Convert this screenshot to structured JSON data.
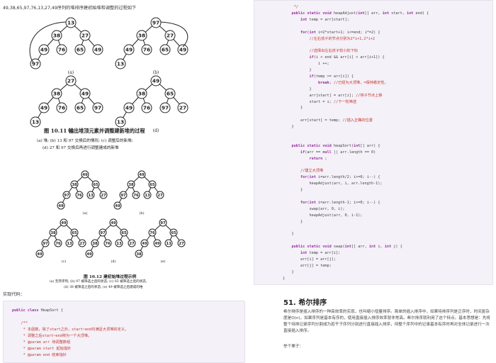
{
  "intro_text": "49,38,65,97,76,13,27,49序列的堆排序建初始堆和调整的过程如下",
  "figure1": {
    "caption_title": "图 10.11   输出堆顶元素并调整建新堆的过程",
    "caption_line1": "(a) 堆;   (b) 13 和 97 交换后的情形;   (c) 调整后的新堆;",
    "caption_line2": "(d) 27 和 97 交换后再进行调整建成的新堆",
    "panel_labels": [
      "(a)",
      "(b)",
      "(c)",
      "(d)"
    ],
    "trees": {
      "a": [
        "13",
        "38",
        "27",
        "49",
        "76",
        "65",
        "49",
        "97"
      ],
      "b": [
        "97",
        "38",
        "27",
        "49",
        "76",
        "65",
        "49",
        "13"
      ],
      "c": [
        "27",
        "38",
        "49",
        "49",
        "76",
        "65",
        "97",
        "13"
      ],
      "d": [
        "49",
        "38",
        "65",
        "49",
        "76",
        "97",
        "27",
        "13"
      ]
    }
  },
  "figure2": {
    "caption_title": "图 10.12   建初始堆过程示例",
    "caption_line1": "(a) 无序序列;   (b) 97 被筛选之后的状态;   (c) 65 被筛选之后的状态;",
    "caption_line2": "(d) 38 被筛选之后的状态;   (e) 49 被筛选之后建成的堆",
    "panel_labels": [
      "(a)",
      "(b)",
      "(c)",
      "(d)",
      "(e)"
    ]
  },
  "left_label": "实现代码：",
  "left_code": [
    "public class HeapSort {",
    "",
    "    /**",
    "     * 本函数，除了start之外，start~end均满足大顶堆的定义。",
    "     * 调整之后start~end称为一个大顶堆。",
    "     * @param arr 待调整数组",
    "     * @param start 起始指针",
    "     * @param end 结束指针"
  ],
  "right_code": [
    "     */",
    "    public static void heapAdjust(int[] arr, int start, int end) {",
    "        int temp = arr[start];",
    "",
    "        for(int i=2*start+1; i<=end; i*=2) {",
    "            //左右孩子的节点分别为2*i+1,2*i+2",
    "",
    "            //选择出左右孩子较小的下标",
    "            if(i < end && arr[i] < arr[i+1]) {",
    "                i ++;",
    "            }",
    "            if(temp >= arr[i]) {",
    "                break; //已经为大顶堆，=保持稳定性。",
    "            }",
    "            arr[start] = arr[i]; //将子节点上移",
    "            start = i; //下一轮筛选",
    "        }",
    "",
    "        arr[start] = temp; //插入正确的位置",
    "    }",
    "",
    "",
    "    public static void heapSort(int[] arr) {",
    "        if(arr == null || arr.length == 0)",
    "            return ;",
    "",
    "        //建立大顶堆",
    "        for(int i=arr.length/2; i>=0; i--) {",
    "            heapAdjust(arr, i, arr.length-1);",
    "        }",
    "",
    "        for(int i=arr.length-1; i>=0; i--) {",
    "            swap(arr, 0, i);",
    "            heapAdjust(arr, 0, i-1);",
    "        }",
    "",
    "    }",
    "",
    "    public static void swap(int[] arr, int i, int j) {",
    "        int temp = arr[i];",
    "        arr[i] = arr[j];",
    "        arr[j] = temp;",
    "    }",
    "}"
  ],
  "article": {
    "title": "51. 希尔排序",
    "body": "希尔排序是插入排序的一种高效率的实现，也叫缩小增量排序。简单的插入排序中，如果待排序列是正序时，时间复杂度是O(n)，如果序列是基本有序的，使用直接插入排序效率就非常高。希尔排序就利用了这个特点。基本思想是：先将整个待排记录序列分割成为若干子序列分别进行直接插入排序，待整个序列中的记录基本有序时再对全体记录进行一次直接插入排序。",
    "sub": "举个栗子："
  }
}
